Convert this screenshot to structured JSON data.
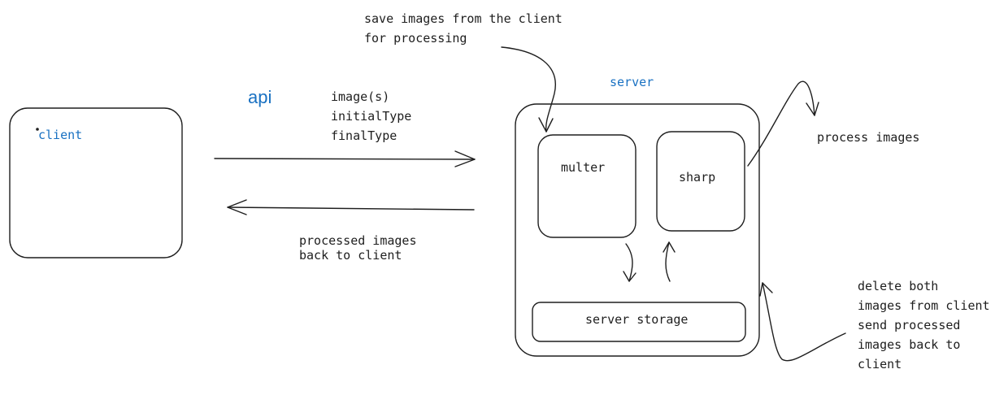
{
  "labels": {
    "client": "client",
    "api": "api",
    "server": "server",
    "multer": "multer",
    "sharp": "sharp",
    "server_storage": "server storage",
    "process_images": "process images"
  },
  "request_params": [
    "image(s)",
    "initialType",
    "finalType"
  ],
  "response_note": [
    "processed images",
    "back to client"
  ],
  "save_note": [
    "save images from the client",
    "for processing"
  ],
  "delete_note": [
    "delete both",
    "images from client",
    "send processed",
    "images back to",
    "client"
  ],
  "colors": {
    "accent": "#1971c2",
    "ink": "#1e1e1e"
  }
}
